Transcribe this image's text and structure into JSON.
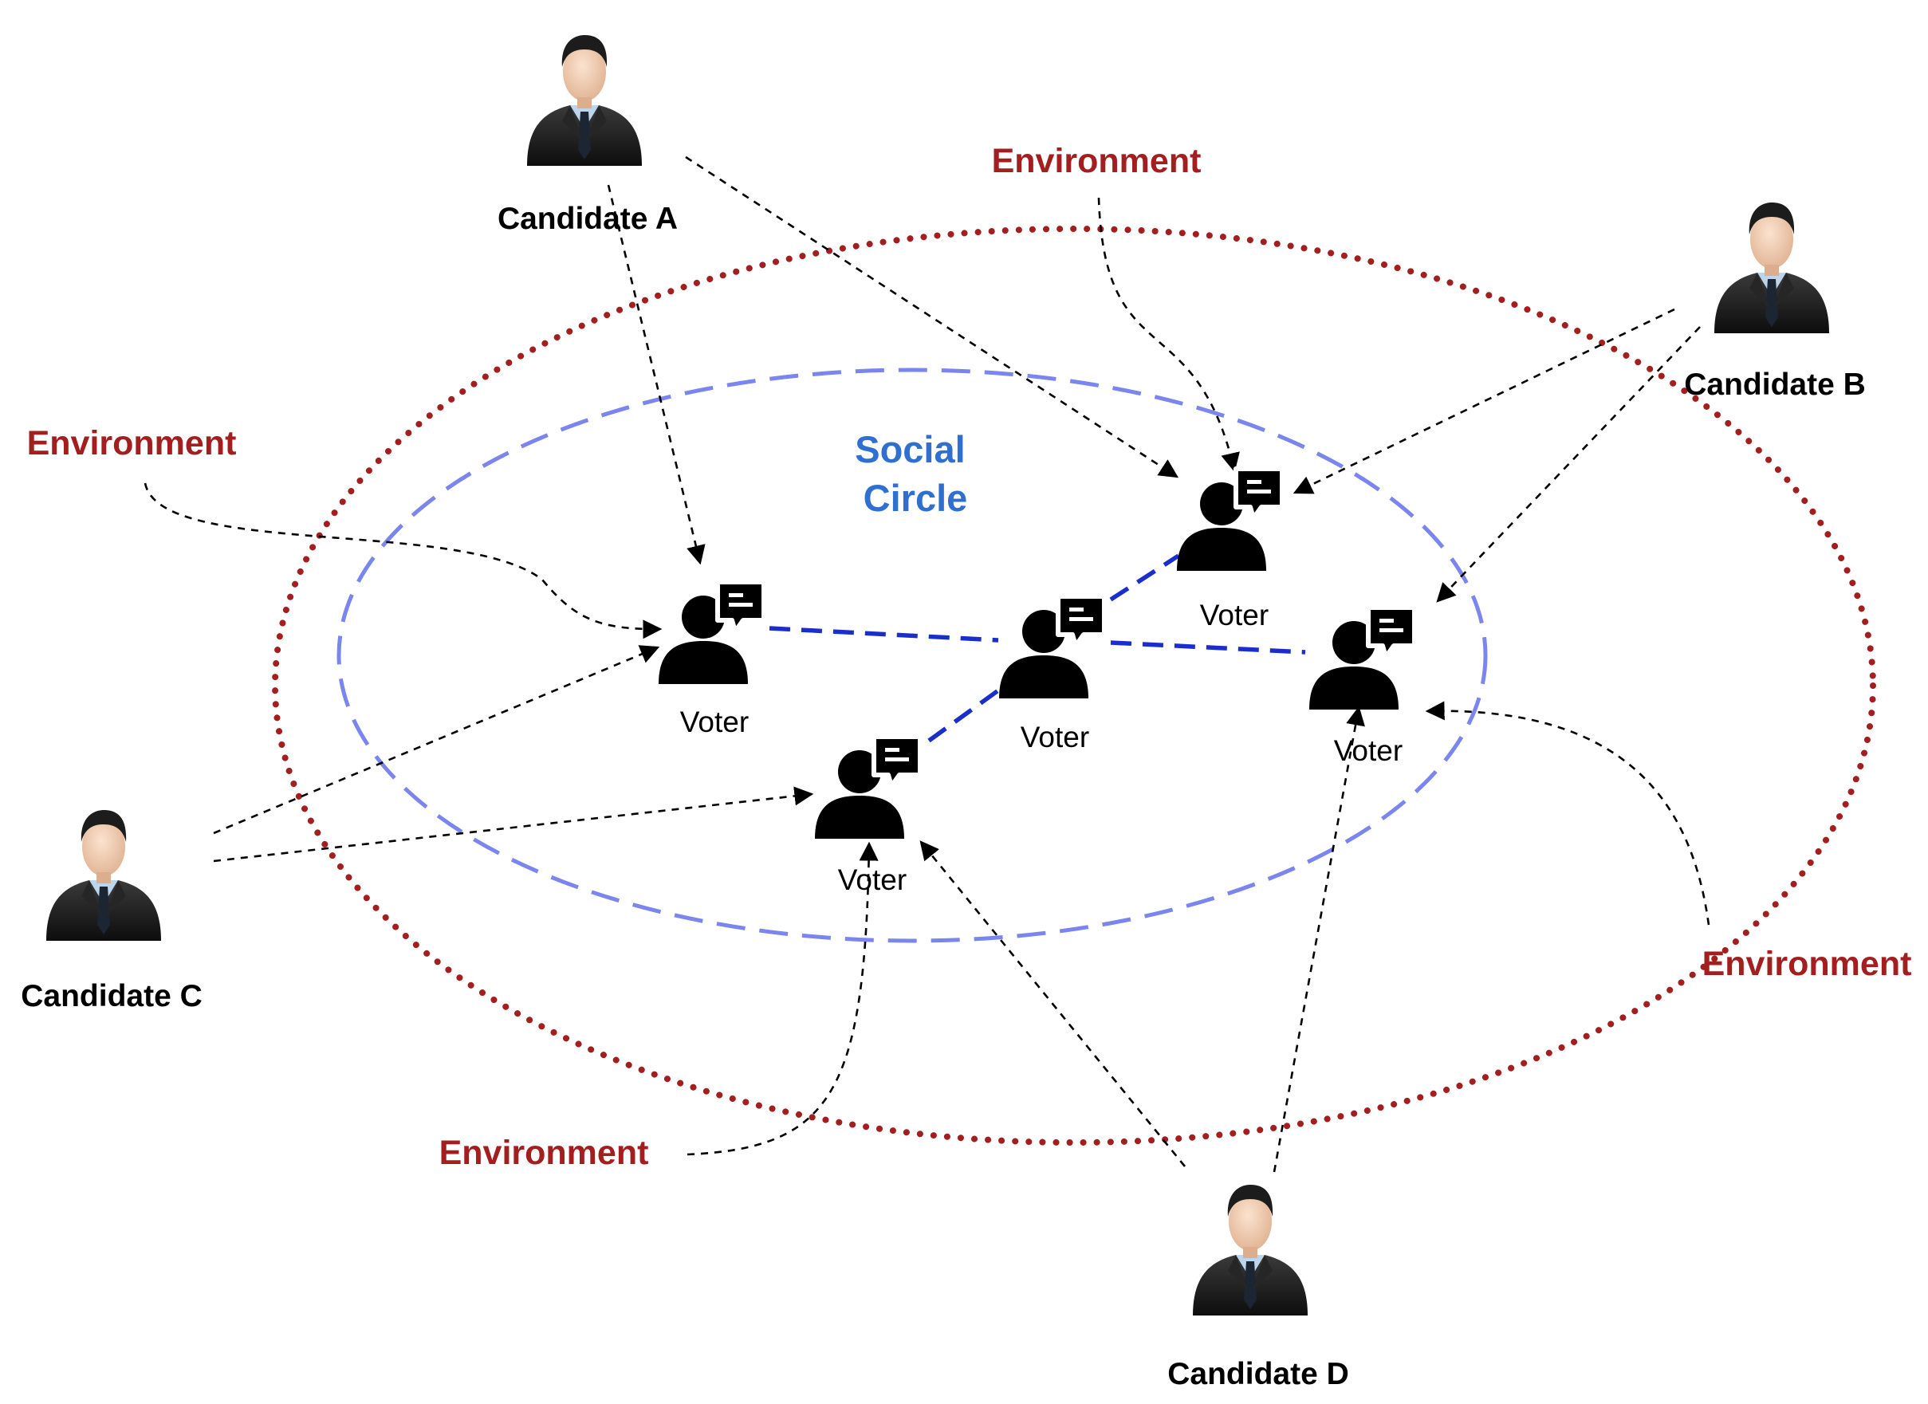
{
  "diagram": {
    "social_circle_label": [
      "Social",
      "Circle"
    ],
    "candidates": [
      {
        "id": "A",
        "label": "Candidate A"
      },
      {
        "id": "B",
        "label": "Candidate B"
      },
      {
        "id": "C",
        "label": "Candidate C"
      },
      {
        "id": "D",
        "label": "Candidate D"
      }
    ],
    "environment_labels": [
      "Environment",
      "Environment",
      "Environment",
      "Environment"
    ],
    "voters": [
      {
        "id": "v1",
        "label": "Voter"
      },
      {
        "id": "v2",
        "label": "Voter"
      },
      {
        "id": "v3",
        "label": "Voter"
      },
      {
        "id": "v4",
        "label": "Voter"
      },
      {
        "id": "v5",
        "label": "Voter"
      }
    ]
  },
  "colors": {
    "environment": "#a31f1f",
    "social_circle": "#7b85ee",
    "social_circle_label": "#2f6fd0",
    "social_links": "#1a2ecc",
    "arrows": "#000000"
  },
  "icons": {
    "candidate": "businessman-icon",
    "voter": "user-chat-icon"
  }
}
